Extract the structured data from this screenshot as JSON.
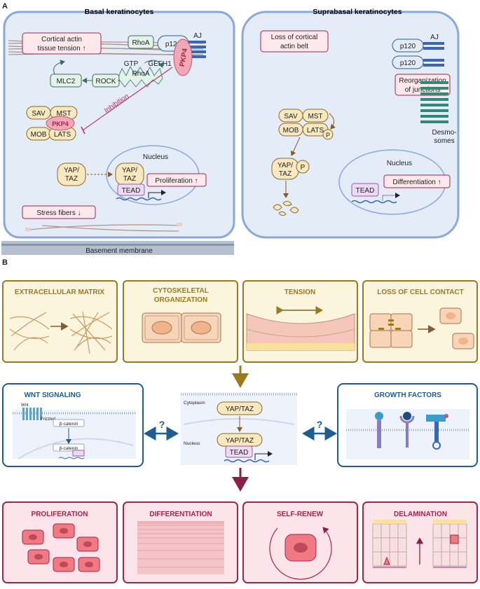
{
  "panelA": {
    "label": "A",
    "basal": {
      "title": "Basal keratinocytes",
      "cortical_actin": "Cortical actin",
      "tissue_tension": "tissue tension ↑",
      "rhoa_top": "RhoA",
      "p120": "p120",
      "aj": "AJ",
      "pkp4": "PKP4",
      "gtp": "GTP",
      "gefh1": "GEFH1",
      "rhoa_mid": "RhoA",
      "mlc2": "MLC2",
      "rock": "ROCK",
      "sav": "SAV",
      "mst": "MST",
      "pkp4_hippo": "PKP4",
      "mob": "MOB",
      "lats": "LATS",
      "inhibition": "Inhibition",
      "nucleus": "Nucleus",
      "yaptaz_out_1": "YAP/",
      "yaptaz_out_2": "TAZ",
      "yaptaz_in_1": "YAP/",
      "yaptaz_in_2": "TAZ",
      "tead": "TEAD",
      "proliferation": "Proliferation ↑",
      "stress_fibers": "Stress fibers ↓",
      "basement": "Basement  membrane"
    },
    "suprabasal": {
      "title": "Suprabasal keratinocytes",
      "loss_1": "Loss of cortical",
      "loss_2": "actin belt",
      "aj": "AJ",
      "p120a": "p120",
      "p120b": "p120",
      "reorg_1": "Reorganization",
      "reorg_2": "of junctions",
      "desmo_1": "Desmo-",
      "desmo_2": "somes",
      "sav": "SAV",
      "mst": "MST",
      "mob": "MOB",
      "lats": "LATS",
      "p_lats": "P",
      "yaptaz_1": "YAP/",
      "yaptaz_2": "TAZ",
      "p_yap": "P",
      "nucleus": "Nucleus",
      "tead": "TEAD",
      "differentiation": "Differentiation ↑"
    }
  },
  "panelB": {
    "label": "B",
    "top": [
      "EXTRACELLULAR MATRIX",
      "CYTOSKELETAL",
      "ORGANIZATION",
      "TENSION",
      "LOSS OF CELL CONTACT"
    ],
    "wnt": {
      "title": "WNT SIGNALING",
      "wnt": "Wnt",
      "frizzled": "Frizzled",
      "bcat1": "β-catenin",
      "bcat2": "β-catenin"
    },
    "center": {
      "cytoplasm": "Cytoplasm",
      "nucleus": "Nucleus",
      "yaptaz_top": "YAP/TAZ",
      "yaptaz_bottom": "YAP/TAZ",
      "tead": "TEAD"
    },
    "question": "?",
    "growth": {
      "title": "GROWTH FACTORS"
    },
    "outcomes": [
      "PROLIFERATION",
      "DIFFERENTIATION",
      "SELF-RENEW",
      "DELAMINATION"
    ],
    "colors": {
      "gold": "#9b7a1f",
      "blue": "#1f5c8f",
      "red": "#a3254a"
    }
  }
}
